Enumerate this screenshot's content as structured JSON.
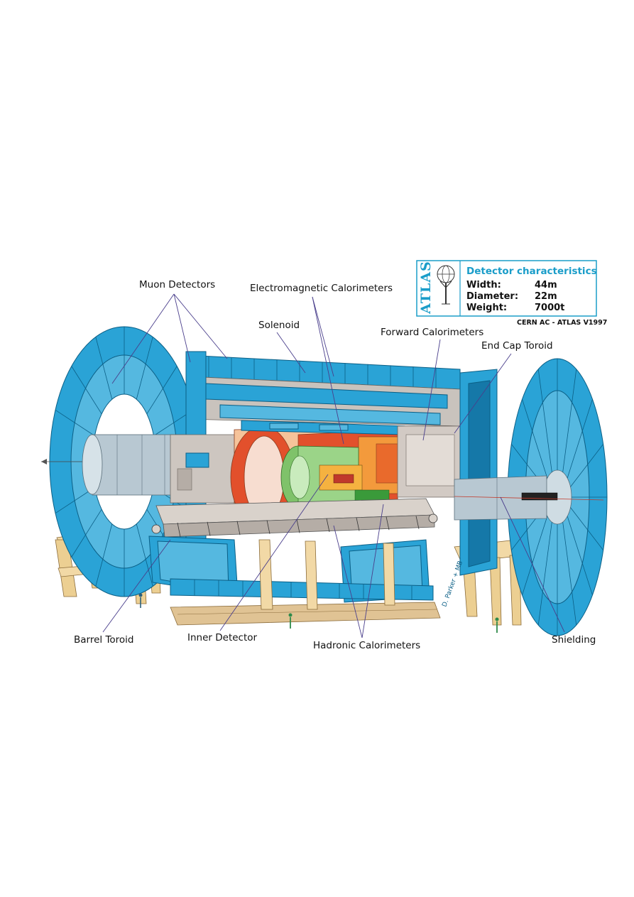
{
  "labels": {
    "muon_detectors": "Muon Detectors",
    "em_calorimeters": "Electromagnetic Calorimeters",
    "solenoid": "Solenoid",
    "forward_calorimeters": "Forward Calorimeters",
    "end_cap_toroid": "End Cap Toroid",
    "barrel_toroid": "Barrel Toroid",
    "inner_detector": "Inner Detector",
    "hadronic_calorimeters": "Hadronic Calorimeters",
    "shielding": "Shielding"
  },
  "info_box": {
    "logo": "ATLAS",
    "title": "Detector characteristics",
    "rows": [
      {
        "key": "Width:",
        "value": "44m"
      },
      {
        "key": "Diameter:",
        "value": "22m"
      },
      {
        "key": "Weight:",
        "value": "7000t"
      }
    ],
    "credit": "CERN AC - ATLAS V1997"
  },
  "signature": "D. Parker + MB",
  "colors": {
    "muon_blue": "#2aa3d6",
    "muon_blue_dark": "#1578a8",
    "support_tan": "#f2d9a6",
    "em_red": "#e2502c",
    "em_orange": "#f39a3c",
    "inner_green": "#7fc26a",
    "frame_grey": "#cdc6c0",
    "accent_cyan": "#1a9dc9"
  }
}
